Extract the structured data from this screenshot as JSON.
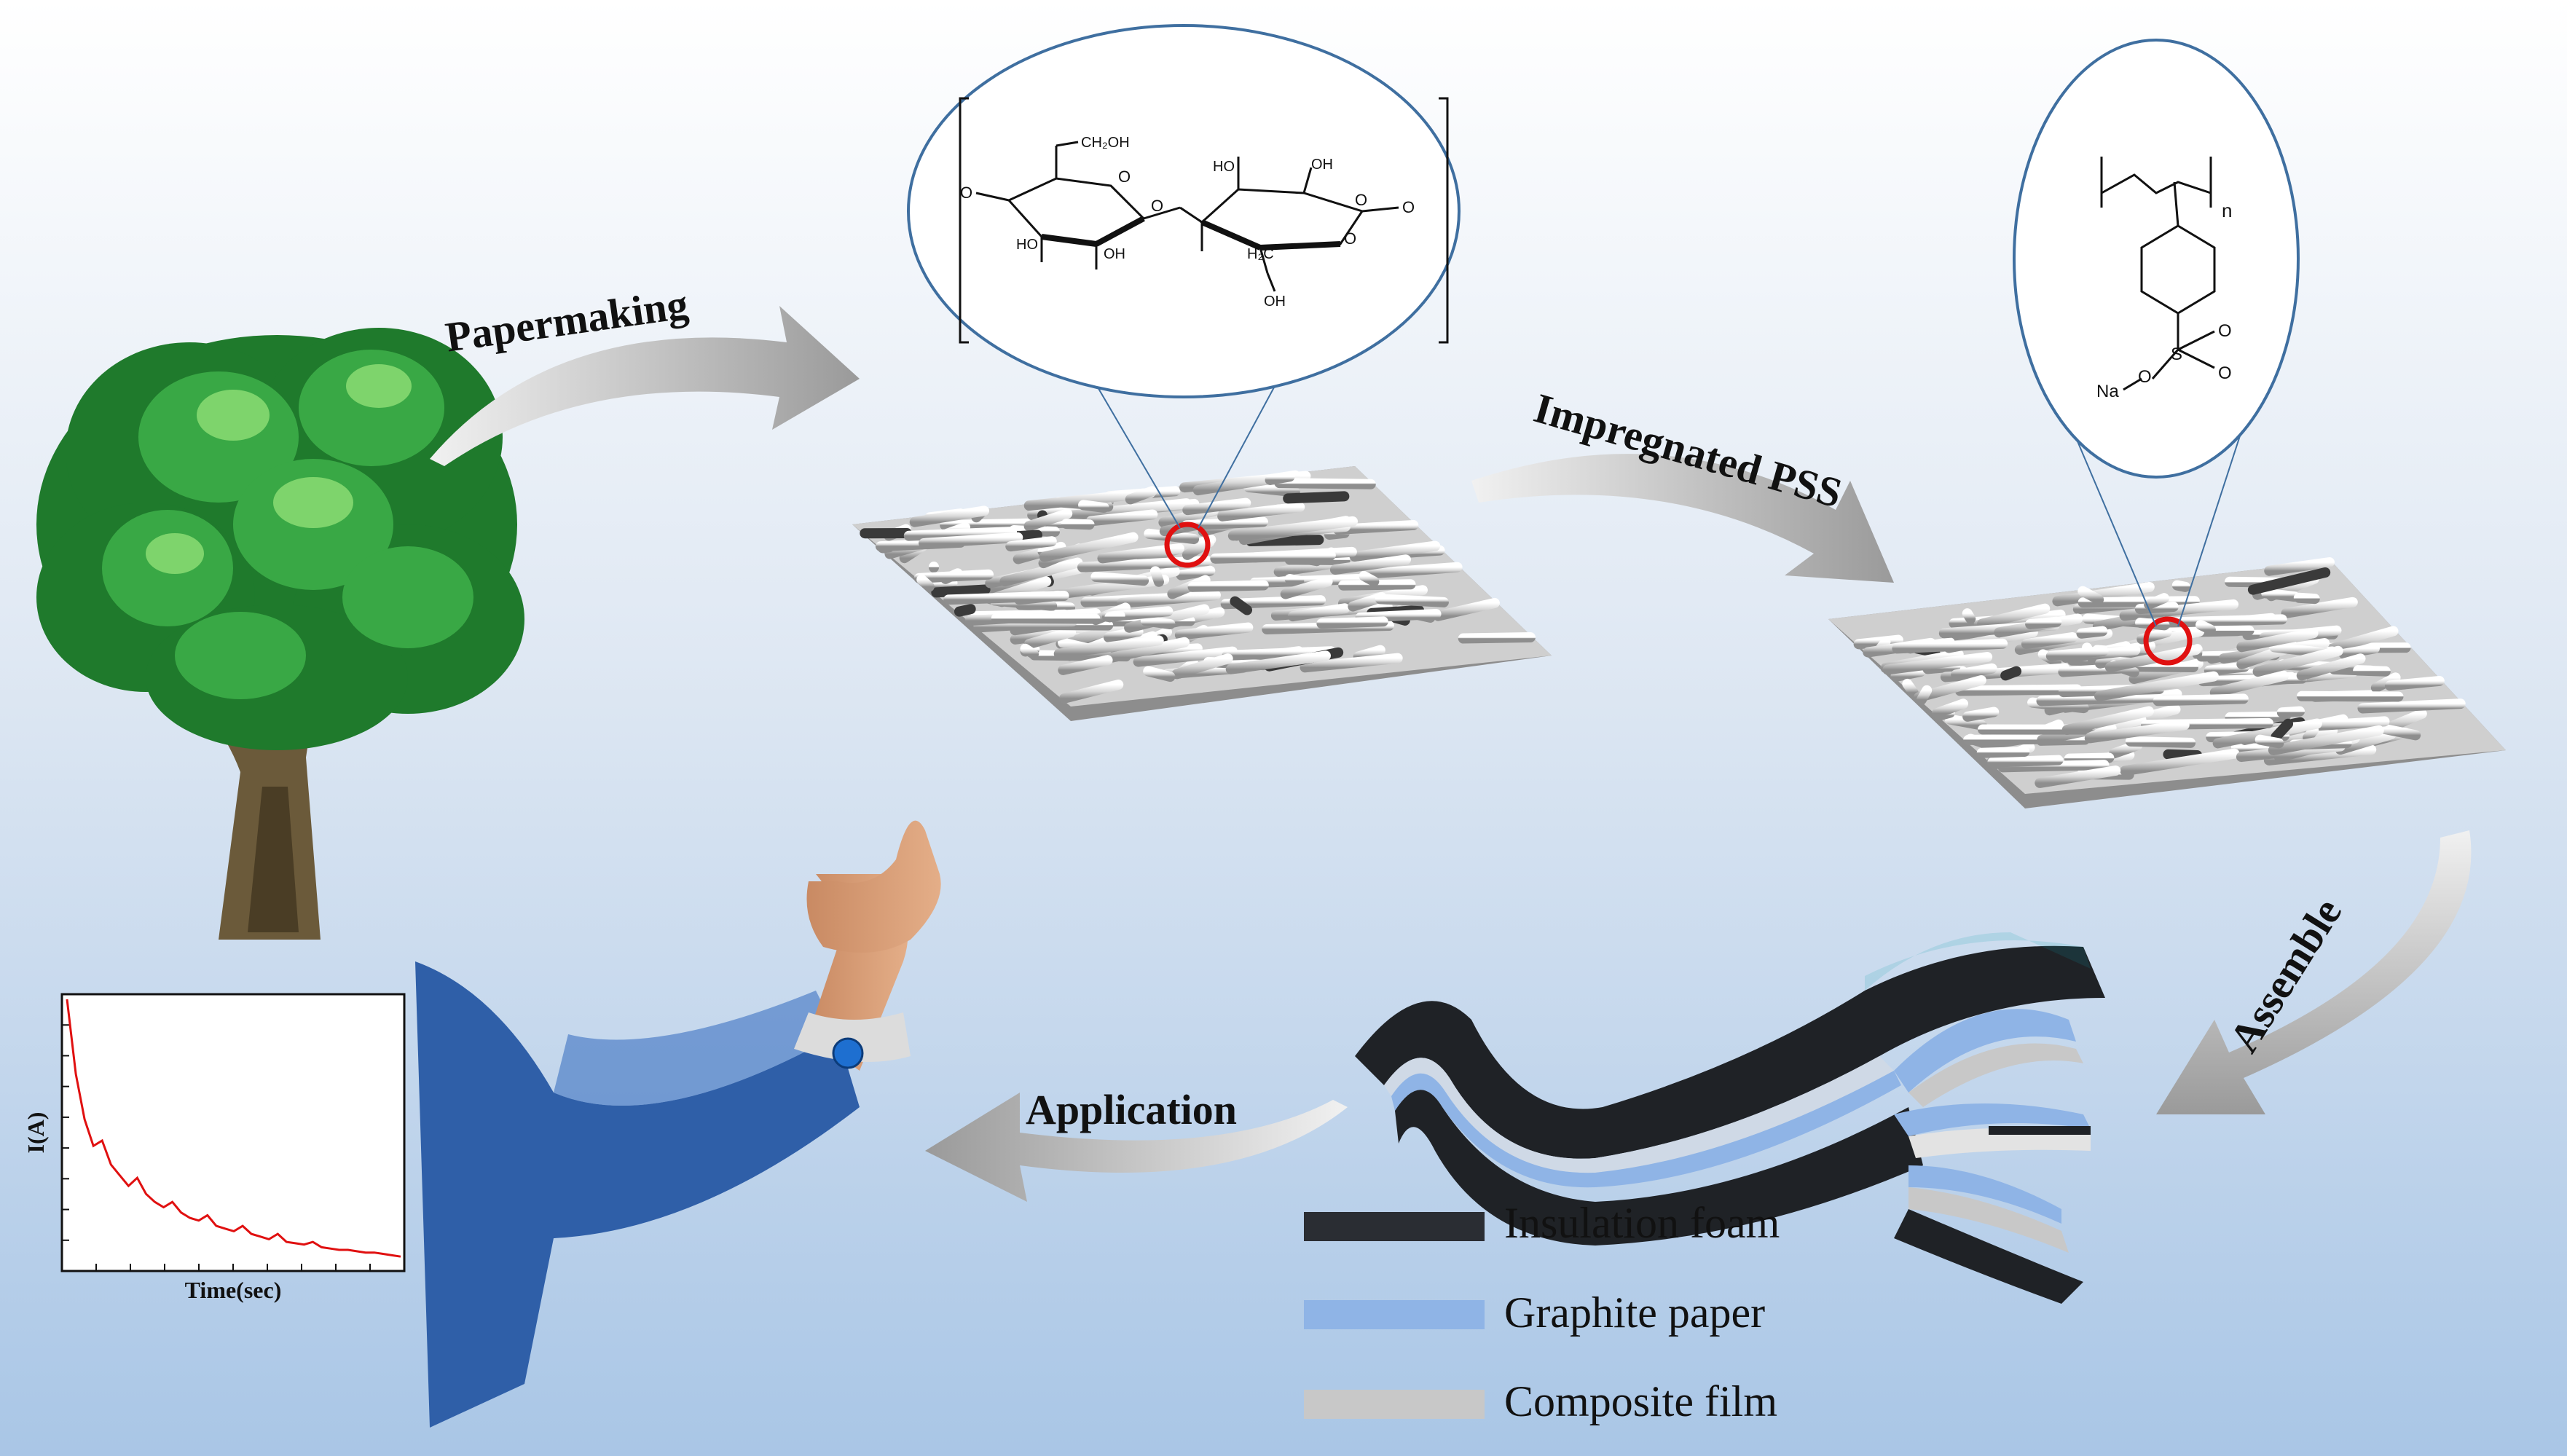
{
  "steps": {
    "papermaking": "Papermaking",
    "impregnated": "Impregnated PSS",
    "assemble": "Assemble",
    "application": "Application"
  },
  "legend": [
    {
      "label": "Insulation foam",
      "color": "#2a2d33"
    },
    {
      "label": "Graphite paper",
      "color": "#8fb4e6"
    },
    {
      "label": "Composite film",
      "color": "#c8c8c8"
    }
  ],
  "cellulose": {
    "groups": [
      "CH₂OH",
      "OH",
      "HO",
      "OH",
      "HO",
      "OH",
      "H₂C",
      "OH"
    ]
  },
  "pss": {
    "subscript": "n",
    "atoms": [
      "Na",
      "O",
      "S",
      "O",
      "O"
    ]
  },
  "chart_data": {
    "type": "line",
    "xlabel": "Time(sec)",
    "ylabel": "I(A)",
    "series": [
      {
        "values": [
          1.0,
          0.72,
          0.55,
          0.45,
          0.47,
          0.38,
          0.34,
          0.3,
          0.33,
          0.27,
          0.24,
          0.22,
          0.24,
          0.2,
          0.18,
          0.17,
          0.19,
          0.15,
          0.14,
          0.13,
          0.15,
          0.12,
          0.11,
          0.1,
          0.12,
          0.09,
          0.085,
          0.08,
          0.09,
          0.07,
          0.065,
          0.06,
          0.06,
          0.055,
          0.05,
          0.05,
          0.045,
          0.04,
          0.035
        ]
      }
    ]
  },
  "colors": {
    "accent_red": "#e01010",
    "wrist_dot": "#1e6fd0",
    "sleeve": "#2f5fa8"
  }
}
